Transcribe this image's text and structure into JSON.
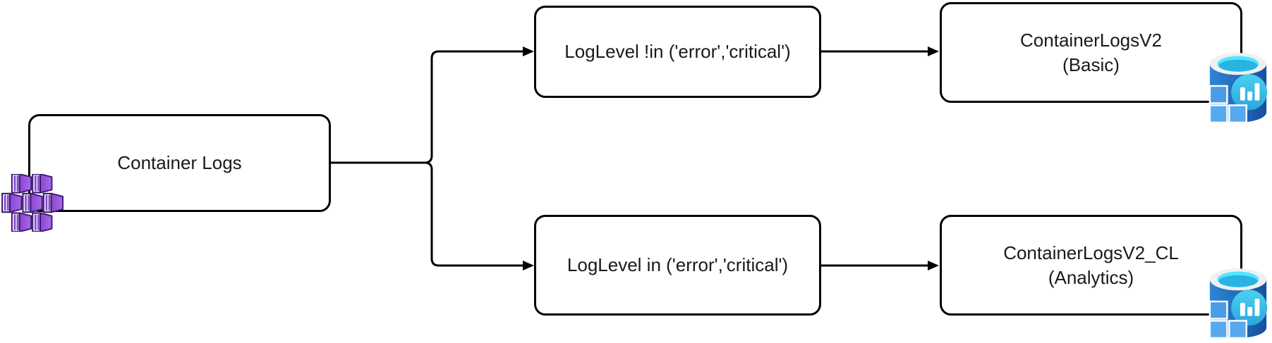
{
  "nodes": {
    "source": {
      "label": "Container Logs"
    },
    "filter_top": {
      "label": "LogLevel !in ('error','critical')"
    },
    "filter_bottom": {
      "label": "LogLevel in ('error','critical')"
    },
    "dest_top": {
      "line1": "ContainerLogsV2",
      "line2": "(Basic)"
    },
    "dest_bottom": {
      "line1": "ContainerLogsV2_CL",
      "line2": "(Analytics)"
    }
  },
  "icons": {
    "source": "container-instances-icon",
    "dest_top": "log-analytics-database-icon",
    "dest_bottom": "log-analytics-database-icon"
  },
  "colors": {
    "connector_line": "#000000",
    "box_border": "#000000",
    "box_fill": "#ffffff",
    "text": "#1a1a1a",
    "container_purple": "#8a48cf",
    "container_purple_light": "#a970ef",
    "container_purple_outline": "#3a1a6e",
    "database_blue_dark": "#174f9d",
    "database_blue": "#2f86d6",
    "database_rim": "#f0f0f0",
    "database_cyan": "#50e6ff",
    "database_opening": "#29b3e3",
    "database_bubble": "#3fc0ea",
    "database_square_blue": "#56a9ef"
  }
}
